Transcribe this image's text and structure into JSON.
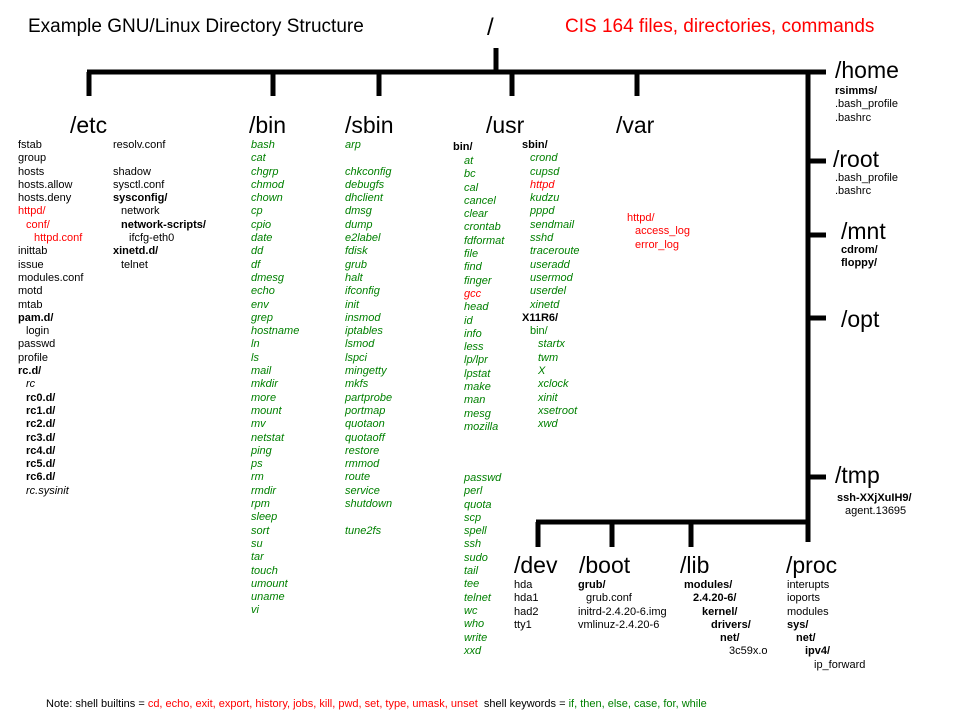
{
  "header": {
    "left_title": "Example GNU/Linux Directory Structure",
    "root": "/",
    "right_title": "CIS 164 files, directories, commands",
    "right_title_color": "#ff0000"
  },
  "top_dirs": {
    "etc": "/etc",
    "bin": "/bin",
    "sbin": "/sbin",
    "usr": "/usr",
    "var": "/var"
  },
  "right_dirs": {
    "home": "/home",
    "root": "/root",
    "mnt": "/mnt",
    "opt": "/opt",
    "tmp": "/tmp"
  },
  "bottom_dirs": {
    "dev": "/dev",
    "boot": "/boot",
    "lib": "/lib",
    "proc": "/proc"
  },
  "etc_col1": [
    {
      "t": "fstab"
    },
    {
      "t": "group"
    },
    {
      "t": "hosts"
    },
    {
      "t": "hosts.allow"
    },
    {
      "t": "hosts.deny"
    },
    {
      "t": "httpd/",
      "s": "red"
    },
    {
      "t": "conf/",
      "s": "red",
      "ind": 1
    },
    {
      "t": "httpd.conf",
      "s": "red",
      "ind": 2
    },
    {
      "t": "inittab"
    },
    {
      "t": "issue"
    },
    {
      "t": "modules.conf"
    },
    {
      "t": "motd"
    },
    {
      "t": "mtab"
    },
    {
      "t": "pam.d/",
      "s": "b"
    },
    {
      "t": "login",
      "ind": 1
    },
    {
      "t": "passwd"
    },
    {
      "t": "profile"
    },
    {
      "t": "rc.d/",
      "s": "b"
    },
    {
      "t": "rc",
      "s": "i",
      "ind": 1
    },
    {
      "t": "rc0.d/",
      "s": "b",
      "ind": 1
    },
    {
      "t": "rc1.d/",
      "s": "b",
      "ind": 1
    },
    {
      "t": "rc2.d/",
      "s": "b",
      "ind": 1
    },
    {
      "t": "rc3.d/",
      "s": "b",
      "ind": 1
    },
    {
      "t": "rc4.d/",
      "s": "b",
      "ind": 1
    },
    {
      "t": "rc5.d/",
      "s": "b",
      "ind": 1
    },
    {
      "t": "rc6.d/",
      "s": "b",
      "ind": 1
    },
    {
      "t": "rc.sysinit",
      "s": "i",
      "ind": 1
    }
  ],
  "etc_col2": [
    {
      "t": "resolv.conf"
    },
    {
      "t": ""
    },
    {
      "t": "shadow"
    },
    {
      "t": "sysctl.conf"
    },
    {
      "t": "sysconfig/",
      "s": "b"
    },
    {
      "t": "network",
      "ind": 1
    },
    {
      "t": "network-scripts/",
      "s": "b",
      "ind": 1
    },
    {
      "t": "ifcfg-eth0",
      "ind": 2
    },
    {
      "t": "xinetd.d/",
      "s": "b"
    },
    {
      "t": "telnet",
      "ind": 1
    }
  ],
  "bin_list": [
    "bash",
    "cat",
    "chgrp",
    "chmod",
    "chown",
    "cp",
    "cpio",
    "date",
    "dd",
    "df",
    "dmesg",
    "echo",
    "env",
    "grep",
    "hostname",
    "ln",
    "ls",
    "mail",
    "mkdir",
    "more",
    "mount",
    "mv",
    "netstat",
    "ping",
    "ps",
    "rm",
    "rmdir",
    "rpm",
    "sleep",
    "sort",
    "su",
    "tar",
    "touch",
    "umount",
    "uname",
    "vi"
  ],
  "sbin_list": [
    "arp",
    "",
    "chkconfig",
    "debugfs",
    "dhclient",
    "dmsg",
    "dump",
    "e2label",
    "fdisk",
    "grub",
    "halt",
    "ifconfig",
    "init",
    "insmod",
    "iptables",
    "lsmod",
    "lspci",
    "mingetty",
    "mkfs",
    "partprobe",
    "portmap",
    "quotaon",
    "quotaoff",
    "restore",
    "rmmod",
    "route",
    "service",
    "shutdown",
    "",
    "tune2fs"
  ],
  "usr_bin_header": "bin/",
  "usr_bin_list": [
    {
      "t": "at"
    },
    {
      "t": "bc"
    },
    {
      "t": "cal"
    },
    {
      "t": "cancel"
    },
    {
      "t": "clear"
    },
    {
      "t": "crontab"
    },
    {
      "t": "fdformat"
    },
    {
      "t": "file"
    },
    {
      "t": "find"
    },
    {
      "t": "finger"
    },
    {
      "t": "gcc",
      "s": "red"
    },
    {
      "t": "head"
    },
    {
      "t": "id"
    },
    {
      "t": "info"
    },
    {
      "t": "less"
    },
    {
      "t": "lp/lpr"
    },
    {
      "t": "lpstat"
    },
    {
      "t": "make"
    },
    {
      "t": "man"
    },
    {
      "t": "mesg"
    },
    {
      "t": "mozilla"
    }
  ],
  "usr_bin_list2": [
    "passwd",
    "perl",
    "quota",
    "scp",
    "spell",
    "ssh",
    "sudo",
    "tail",
    "tee",
    "telnet",
    "wc",
    "who",
    "write",
    "xxd"
  ],
  "usr_col2": [
    {
      "t": "sbin/",
      "s": "b"
    },
    {
      "t": "crond",
      "s": "gi",
      "ind": 1
    },
    {
      "t": "cupsd",
      "s": "gi",
      "ind": 1
    },
    {
      "t": "httpd",
      "s": "ri",
      "ind": 1
    },
    {
      "t": "kudzu",
      "s": "gi",
      "ind": 1
    },
    {
      "t": "pppd",
      "s": "gi",
      "ind": 1
    },
    {
      "t": "sendmail",
      "s": "gi",
      "ind": 1
    },
    {
      "t": "sshd",
      "s": "gi",
      "ind": 1
    },
    {
      "t": "traceroute",
      "s": "gi",
      "ind": 1
    },
    {
      "t": "useradd",
      "s": "gi",
      "ind": 1
    },
    {
      "t": "usermod",
      "s": "gi",
      "ind": 1
    },
    {
      "t": "userdel",
      "s": "gi",
      "ind": 1
    },
    {
      "t": "xinetd",
      "s": "gi",
      "ind": 1
    },
    {
      "t": "X11R6/",
      "s": "b"
    },
    {
      "t": "bin/",
      "s": "g",
      "ind": 1
    },
    {
      "t": "startx",
      "s": "gi",
      "ind": 2
    },
    {
      "t": "twm",
      "s": "gi",
      "ind": 2
    },
    {
      "t": "X",
      "s": "gi",
      "ind": 2
    },
    {
      "t": "xclock",
      "s": "gi",
      "ind": 2
    },
    {
      "t": "xinit",
      "s": "gi",
      "ind": 2
    },
    {
      "t": "xsetroot",
      "s": "gi",
      "ind": 2
    },
    {
      "t": "xwd",
      "s": "gi",
      "ind": 2
    }
  ],
  "var_list": [
    {
      "t": "httpd/",
      "s": "red"
    },
    {
      "t": "access_log",
      "s": "red",
      "ind": 1
    },
    {
      "t": "error_log",
      "s": "red",
      "ind": 1
    }
  ],
  "home_list": [
    {
      "t": "rsimms/",
      "s": "b"
    },
    {
      "t": ".bash_profile"
    },
    {
      "t": ".bashrc"
    }
  ],
  "root_list": [
    {
      "t": ".bash_profile"
    },
    {
      "t": ".bashrc"
    }
  ],
  "mnt_list": [
    {
      "t": "cdrom/",
      "s": "b"
    },
    {
      "t": "floppy/",
      "s": "b"
    }
  ],
  "tmp_list": [
    {
      "t": "ssh-XXjXuIH9/",
      "s": "b"
    },
    {
      "t": "agent.13695",
      "ind": 1
    }
  ],
  "dev_list": [
    "hda",
    "hda1",
    "had2",
    "tty1"
  ],
  "boot_list": [
    {
      "t": "grub/",
      "s": "b"
    },
    {
      "t": "grub.conf",
      "ind": 1
    },
    {
      "t": "initrd-2.4.20-6.img"
    },
    {
      "t": "vmlinuz-2.4.20-6"
    }
  ],
  "lib_list": [
    {
      "t": "modules/",
      "s": "b"
    },
    {
      "t": "2.4.20-6/",
      "s": "b",
      "ind": 1
    },
    {
      "t": "kernel/",
      "s": "b",
      "ind": 2
    },
    {
      "t": "drivers/",
      "s": "b",
      "ind": 3
    },
    {
      "t": "net/",
      "s": "b",
      "ind": 4
    },
    {
      "t": "3c59x.o",
      "ind": 5
    }
  ],
  "proc_list": [
    {
      "t": "interupts"
    },
    {
      "t": "ioports"
    },
    {
      "t": "modules"
    },
    {
      "t": "sys/",
      "s": "b"
    },
    {
      "t": "net/",
      "s": "b",
      "ind": 1
    },
    {
      "t": "ipv4/",
      "s": "b",
      "ind": 2
    },
    {
      "t": "ip_forward",
      "ind": 3
    }
  ],
  "note": {
    "builtins_prefix": "Note: shell builtins = ",
    "builtins": "cd, echo, exit, export, history, jobs, kill, pwd, set, type, umask, unset",
    "keywords_prefix": "shell keywords = ",
    "keywords": "if, then, else, case, for, while",
    "builtins_color": "#ff0000",
    "keywords_color": "#008000"
  }
}
